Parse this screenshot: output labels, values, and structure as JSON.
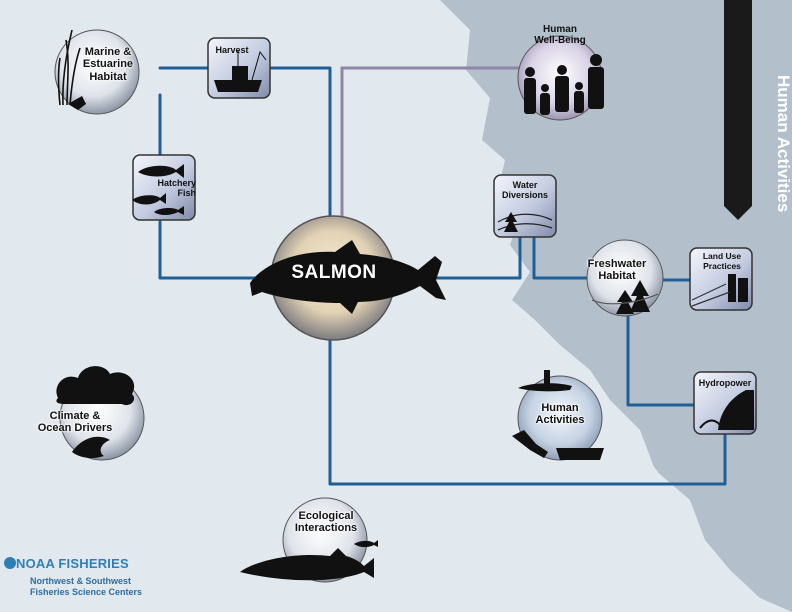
{
  "center": {
    "label": "SALMON"
  },
  "side_banner": {
    "label": "Human Activities"
  },
  "nodes": {
    "marine_estuarine_habitat": "Marine &\nEstuarine\nHabitat",
    "harvest": "Harvest",
    "hatchery_fish": "Hatchery\nFish",
    "human_well_being": "Human\nWell-Being",
    "water_diversions": "Water\nDiversions",
    "freshwater_habitat": "Freshwater\nHabitat",
    "land_use_practices": "Land Use\nPractices",
    "hydropower": "Hydropower",
    "human_activities": "Human\nActivities",
    "climate_ocean_drivers": "Climate &\nOcean Drivers",
    "ecological_interactions": "Ecological\nInteractions"
  },
  "logo": {
    "name": "NOAA FISHERIES",
    "subtitle": "Northwest & Southwest\nFisheries Science Centers"
  },
  "colors": {
    "connector": "#1f5f96",
    "connector_alt": "#8f85a6",
    "land": "#b3c0cc",
    "ocean": "#e1e8ee",
    "banner": "#1a1a1a"
  }
}
